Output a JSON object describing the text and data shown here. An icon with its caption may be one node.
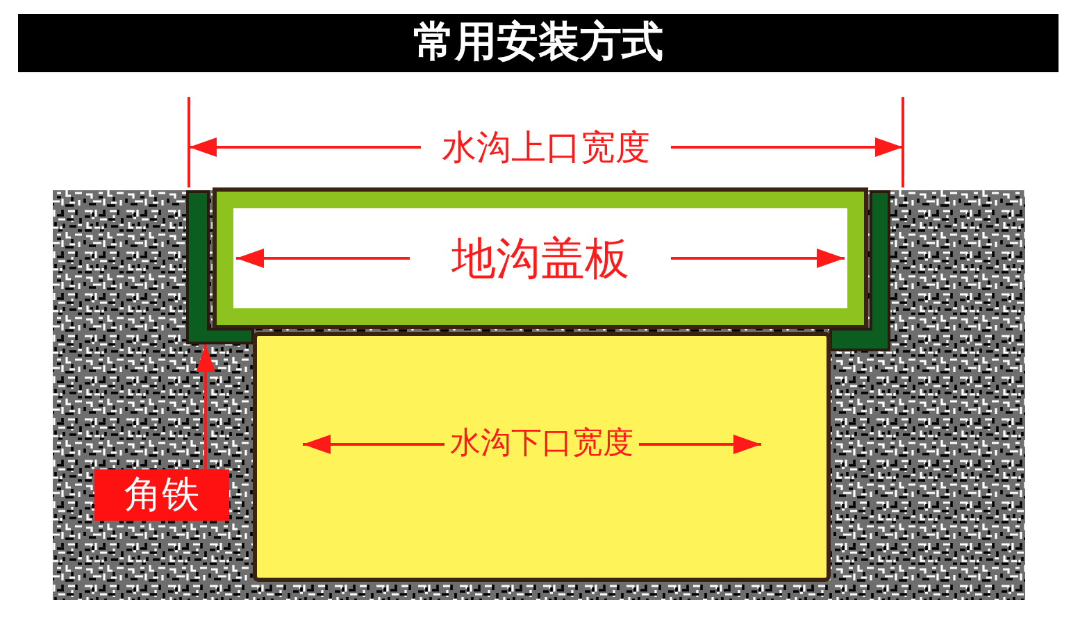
{
  "diagram": {
    "title": "常用安装方式",
    "nodes": [
      {
        "text": [
          "地沟盖板"
        ]
      },
      {
        "text": [],
        "shape": "bar"
      },
      {
        "text": [],
        "shape": "bar"
      },
      {
        "text": [
          "水沟下口宽度"
        ]
      },
      {
        "text": [
          "角铁"
        ]
      }
    ],
    "edges": [
      {
        "from": 4,
        "to": 1,
        "arrow": "to"
      }
    ],
    "labels": [
      "水沟上口宽度"
    ]
  }
}
